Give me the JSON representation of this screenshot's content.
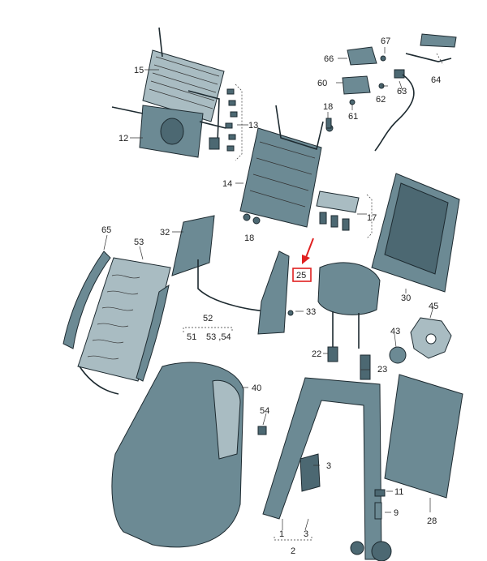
{
  "diagram": {
    "labels": [
      "15",
      "12",
      "13",
      "14",
      "18",
      "18",
      "17",
      "66",
      "67",
      "64",
      "60",
      "62",
      "63",
      "61",
      "65",
      "53",
      "32",
      "25",
      "33",
      "30",
      "45",
      "52",
      "51",
      "53 ,54",
      "22",
      "43",
      "23",
      "40",
      "54",
      "3",
      "11",
      "9",
      "28",
      "1",
      "3",
      "2"
    ],
    "highlight": {
      "label": "25",
      "color": "#e02020"
    }
  }
}
